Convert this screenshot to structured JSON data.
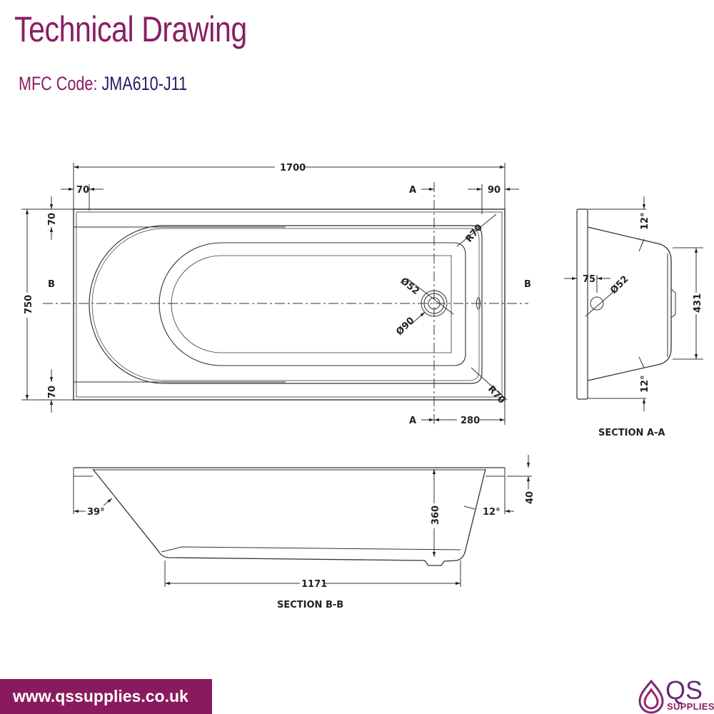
{
  "header": {
    "title": "Technical Drawing",
    "code_label": "MFC Code:",
    "code_value": "JMA610-J11"
  },
  "plan": {
    "length": "1700",
    "width": "750",
    "left_offset": "70",
    "right_offset": "90",
    "top_offset": "70",
    "bottom_offset": "70",
    "waste_offset": "280",
    "section_a": "A",
    "section_b": "B",
    "radius_top": "R70",
    "radius_bottom": "R70",
    "waste_dia": "Ø52",
    "waste_outer_dia": "Ø90"
  },
  "section_aa": {
    "title": "SECTION A-A",
    "floor_width": "431",
    "angle_top": "12°",
    "angle_bottom": "12°",
    "hole_offset": "75",
    "hole_dia": "Ø52"
  },
  "section_bb": {
    "title": "SECTION B-B",
    "floor_length": "1171",
    "depth": "360",
    "rim_height": "40",
    "angle_left": "39°",
    "angle_right": "12°"
  },
  "footer": {
    "url": "www.qssupplies.co.uk"
  },
  "logo": {
    "mark": "QS",
    "sub": "SUPPLIES"
  },
  "colors": {
    "brand": "#8b1d62",
    "code": "#1f2060",
    "footer_bg": "#8a1a5e"
  }
}
